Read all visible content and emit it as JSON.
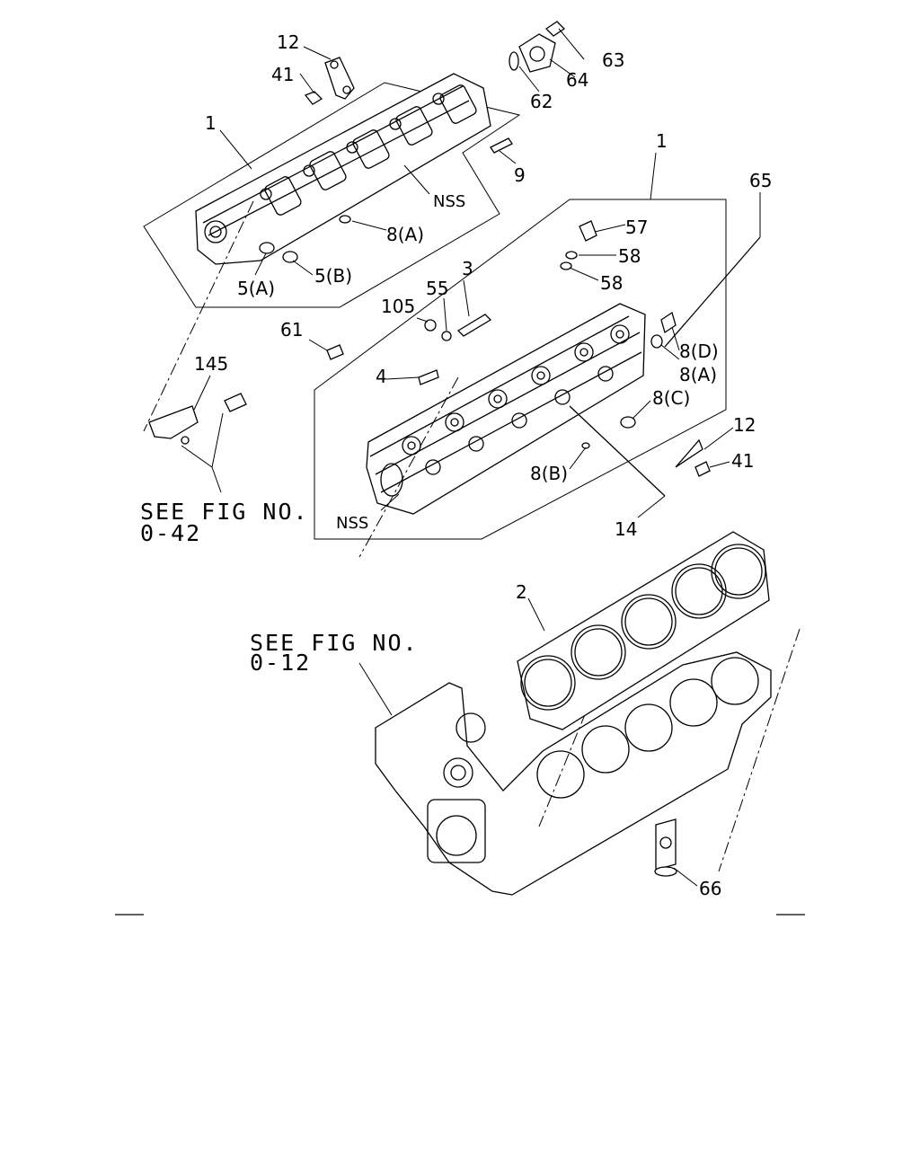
{
  "labels": {
    "l1a": "1",
    "l1b": "1",
    "l2": "2",
    "l3": "3",
    "l4": "4",
    "l5a": "5(A)",
    "l5b": "5(B)",
    "l8a_top": "8(A)",
    "l8a_right": "8(A)",
    "l8b": "8(B)",
    "l8c": "8(C)",
    "l8d": "8(D)",
    "l9": "9",
    "l12a": "12",
    "l12b": "12",
    "l14": "14",
    "l41a": "41",
    "l41b": "41",
    "l55": "55",
    "l57": "57",
    "l58a": "58",
    "l58b": "58",
    "l61": "61",
    "l62": "62",
    "l63": "63",
    "l64": "64",
    "l65": "65",
    "l66": "66",
    "l105": "105",
    "l145": "145",
    "nss_top": "NSS",
    "nss_bottom": "NSS"
  },
  "references": {
    "fig42_line1": "SEE FIG NO.",
    "fig42_line2": "0-42",
    "fig12_line1": "SEE FIG NO.",
    "fig12_line2": "0-12"
  }
}
